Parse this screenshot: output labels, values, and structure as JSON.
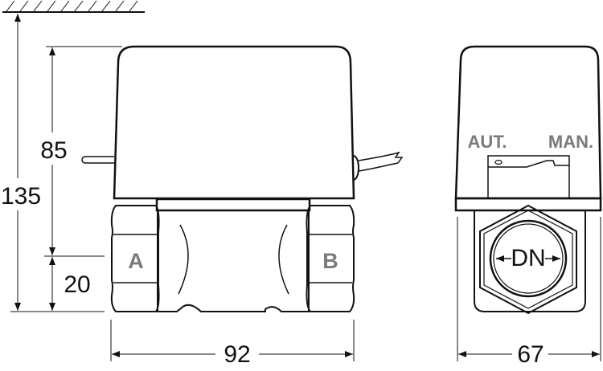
{
  "dimensions": {
    "total_height": "135",
    "actuator_height": "85",
    "pipe_center_height": "20",
    "width_front": "92",
    "width_side": "67"
  },
  "port_labels": {
    "a": "A",
    "b": "B"
  },
  "switch_labels": {
    "auto": "AUT.",
    "manual": "MAN."
  },
  "nominal_diameter": "DN",
  "colors": {
    "line": "#111111",
    "label": "#7a7a7a"
  }
}
